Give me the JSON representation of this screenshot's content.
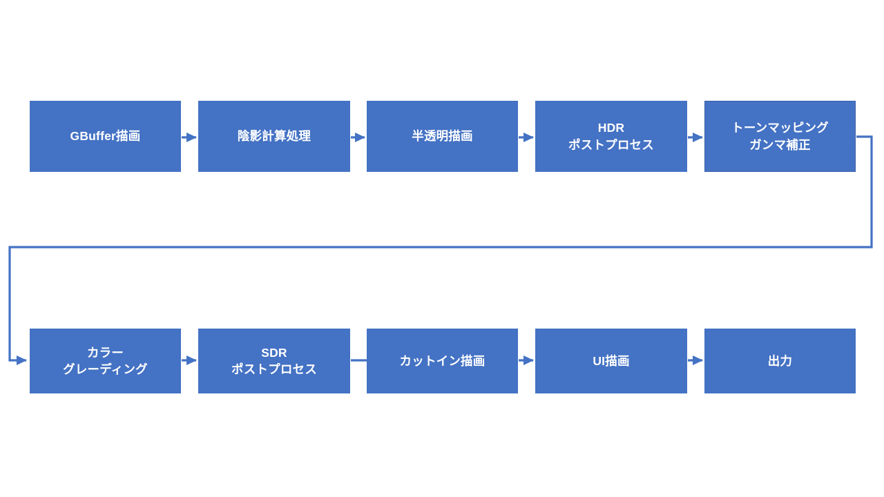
{
  "diagram": {
    "title": "Rendering Pipeline Flowchart",
    "colors": {
      "node_fill": "#4472C4",
      "node_text": "#FFFFFF",
      "node_border": "#3A5FA8",
      "connector": "#4472C4",
      "background": "#FFFFFF"
    },
    "rows": [
      {
        "name": "top-row",
        "nodes": [
          {
            "id": "gbuffer",
            "label": "GBuffer描画"
          },
          {
            "id": "shading",
            "label": "陰影計算処理"
          },
          {
            "id": "translucent",
            "label": "半透明描画"
          },
          {
            "id": "hdr-post",
            "label": "HDR\nポストプロセス"
          },
          {
            "id": "tonemap",
            "label": "トーンマッピング\nガンマ補正"
          }
        ]
      },
      {
        "name": "bottom-row",
        "nodes": [
          {
            "id": "color-grading",
            "label": "カラー\nグレーディング"
          },
          {
            "id": "sdr-post",
            "label": "SDR\nポストプロセス"
          },
          {
            "id": "cutin",
            "label": "カットイン描画"
          },
          {
            "id": "ui",
            "label": "UI描画"
          },
          {
            "id": "output",
            "label": "出力"
          }
        ]
      }
    ],
    "connectors": [
      {
        "id": "c1",
        "from": "gbuffer",
        "to": "shading",
        "kind": "arrow"
      },
      {
        "id": "c2",
        "from": "shading",
        "to": "translucent",
        "kind": "arrow"
      },
      {
        "id": "c3",
        "from": "translucent",
        "to": "hdr-post",
        "kind": "arrow"
      },
      {
        "id": "c4",
        "from": "hdr-post",
        "to": "tonemap",
        "kind": "arrow"
      },
      {
        "id": "c5",
        "from": "tonemap",
        "to": "color-grading",
        "kind": "arrow-wrap"
      },
      {
        "id": "c6",
        "from": "color-grading",
        "to": "sdr-post",
        "kind": "arrow"
      },
      {
        "id": "c7",
        "from": "sdr-post",
        "to": "cutin",
        "kind": "line"
      },
      {
        "id": "c8",
        "from": "cutin",
        "to": "ui",
        "kind": "arrow"
      },
      {
        "id": "c9",
        "from": "ui",
        "to": "output",
        "kind": "arrow"
      }
    ]
  }
}
